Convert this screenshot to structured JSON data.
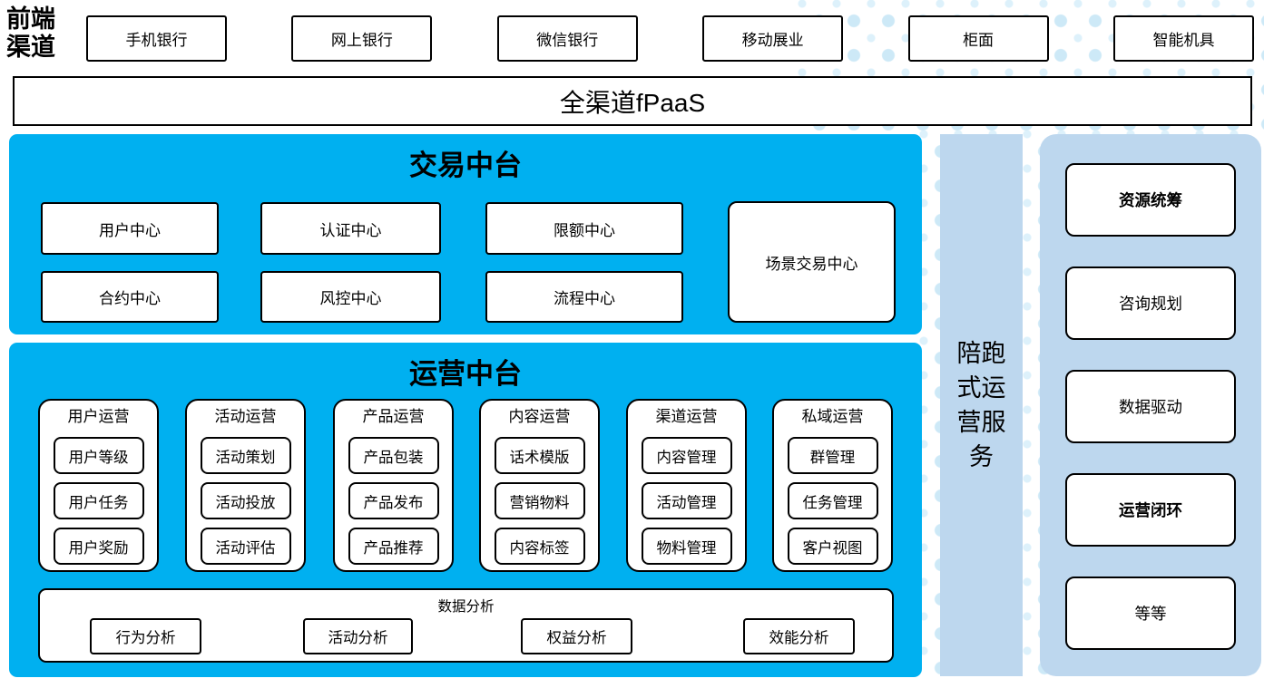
{
  "colors": {
    "platform_blue": "#00B0F0",
    "service_lightblue": "#BDD7EE",
    "dot_pattern": "#CDE9F7",
    "border": "#000000"
  },
  "front_channels": {
    "label": "前端渠道",
    "items": [
      "手机银行",
      "网上银行",
      "微信银行",
      "移动展业",
      "柜面",
      "智能机具"
    ]
  },
  "fpaas": {
    "label": "全渠道fPaaS"
  },
  "transaction": {
    "title": "交易中台",
    "row1": [
      "用户中心",
      "认证中心",
      "限额中心"
    ],
    "row2": [
      "合约中心",
      "风控中心",
      "流程中心"
    ],
    "tall": "场景交易中心"
  },
  "operations": {
    "title": "运营中台",
    "groups": [
      {
        "title": "用户运营",
        "items": [
          "用户等级",
          "用户任务",
          "用户奖励"
        ]
      },
      {
        "title": "活动运营",
        "items": [
          "活动策划",
          "活动投放",
          "活动评估"
        ]
      },
      {
        "title": "产品运营",
        "items": [
          "产品包装",
          "产品发布",
          "产品推荐"
        ]
      },
      {
        "title": "内容运营",
        "items": [
          "话术模版",
          "营销物料",
          "内容标签"
        ]
      },
      {
        "title": "渠道运营",
        "items": [
          "内容管理",
          "活动管理",
          "物料管理"
        ]
      },
      {
        "title": "私域运营",
        "items": [
          "群管理",
          "任务管理",
          "客户视图"
        ]
      }
    ],
    "analysis": {
      "title": "数据分析",
      "items": [
        "行为分析",
        "活动分析",
        "权益分析",
        "效能分析"
      ]
    }
  },
  "side_bar": {
    "label": "陪跑式运营服务"
  },
  "right_column": {
    "items": [
      "资源统筹",
      "咨询规划",
      "数据驱动",
      "运营闭环",
      "等等"
    ]
  }
}
